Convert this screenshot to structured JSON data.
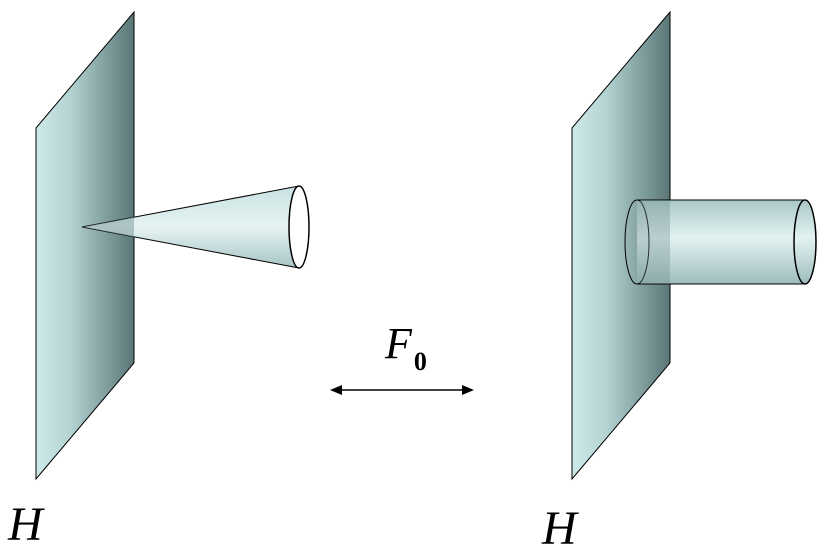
{
  "diagram": {
    "left_plane_label": "H",
    "right_plane_label": "H",
    "map_label": "F",
    "map_label_subscript": "0",
    "colors": {
      "plane_light": "#cde8e8",
      "plane_dark": "#5b7878",
      "shape_light": "#dcefef",
      "shape_mid": "#a9c7c7",
      "outline": "#000000",
      "background": "#ffffff"
    },
    "icons": {
      "map_arrow": "double-headed-arrow-icon"
    }
  }
}
